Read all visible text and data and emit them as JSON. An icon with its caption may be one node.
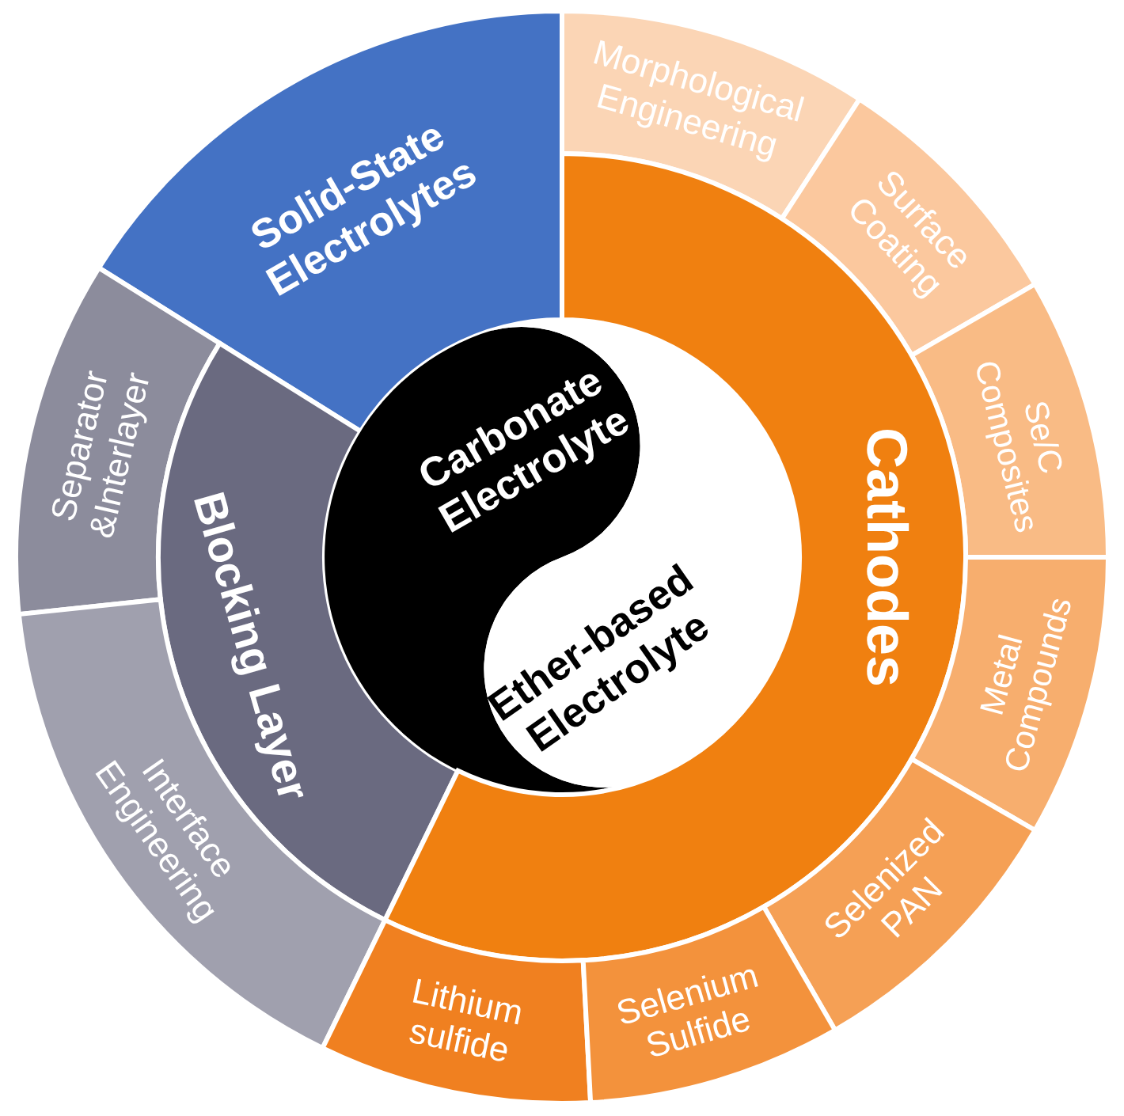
{
  "diagram": {
    "nodes": [
      {
        "text": [
          "Solid-State Electrolytes"
        ]
      },
      {
        "text": [
          "Morphological Engineering"
        ]
      },
      {
        "text": [
          "Surface Coating"
        ]
      },
      {
        "text": [
          "Se/C Composites"
        ]
      },
      {
        "text": [
          "Separator &Interlayer"
        ]
      },
      {
        "text": [
          "Blocking Layer"
        ]
      },
      {
        "text": [
          "Carbonate Electrolyte"
        ]
      },
      {
        "text": [
          "Cathodes"
        ]
      },
      {
        "text": [
          "Ether-based Electrolyte"
        ]
      },
      {
        "text": [
          "Metal Compounds"
        ]
      },
      {
        "text": [
          "Interface Engineering"
        ]
      },
      {
        "text": [
          "Selenized PAN"
        ]
      },
      {
        "text": [
          "Lithium sulfide"
        ]
      },
      {
        "text": [
          "Selenium Sulfide"
        ]
      }
    ]
  }
}
